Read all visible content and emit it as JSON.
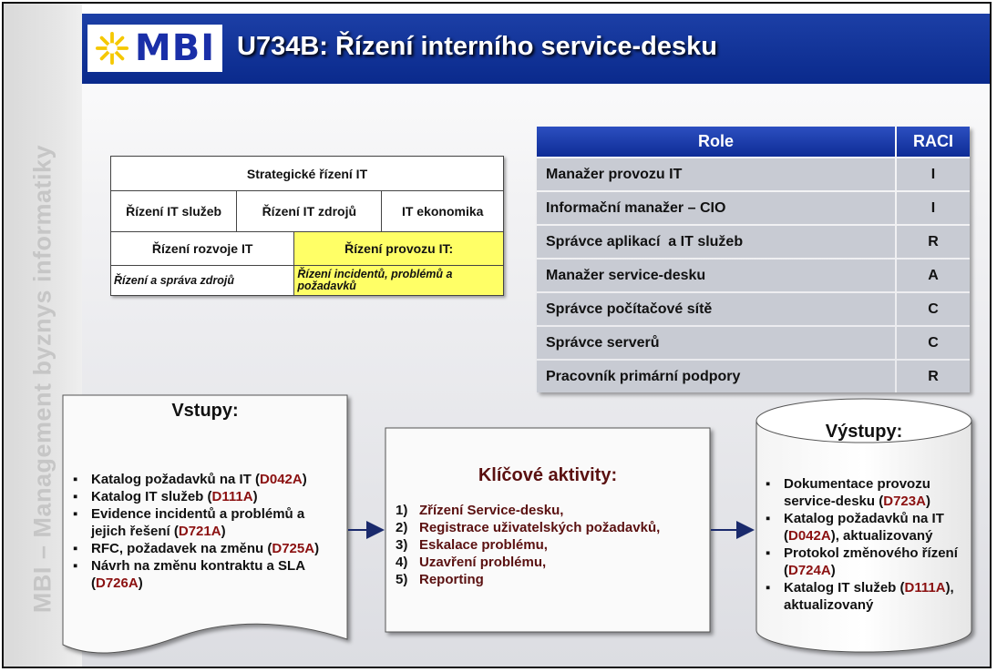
{
  "sidebar": {
    "vertical_text": "MBI – Management byznys informatiky"
  },
  "header": {
    "logo": "MBI",
    "title": "U734B: Řízení interního service-desku"
  },
  "framework": {
    "top": "Strategické řízení IT",
    "row2": [
      "Řízení IT služeb",
      "Řízení IT zdrojů",
      "IT ekonomika"
    ],
    "row3": [
      "Řízení rozvoje IT",
      "Řízení provozu IT:"
    ],
    "row4": [
      "Řízení a správa zdrojů",
      "Řízení incidentů, problémů a požadavků"
    ],
    "highlight_color": "#ffff66"
  },
  "raci_table": {
    "headers": [
      "Role",
      "RACI"
    ],
    "rows": [
      {
        "role": "Manažer provozu IT",
        "raci": "I"
      },
      {
        "role": "Informační manažer – CIO",
        "raci": "I"
      },
      {
        "role": "Správce aplikací  a IT služeb",
        "raci": "R"
      },
      {
        "role": "Manažer service-desku",
        "raci": "A"
      },
      {
        "role": "Správce počítačové sítě",
        "raci": "C"
      },
      {
        "role": "Správce serverů",
        "raci": "C"
      },
      {
        "role": "Pracovník primární podpory",
        "raci": "R"
      }
    ]
  },
  "inputs": {
    "title": "Vstupy:",
    "items": [
      {
        "text": "Katalog požadavků na IT (",
        "code": "D042A",
        "end": ")"
      },
      {
        "text": "Katalog IT služeb (",
        "code": "D111A",
        "end": ")"
      },
      {
        "text": "Evidence incidentů a problémů a jejich řešení (",
        "code": "D721A",
        "end": ")"
      },
      {
        "text": "RFC, požadavek na změnu (",
        "code": "D725A",
        "end": ")"
      },
      {
        "text": "Návrh na změnu kontraktu a SLA (",
        "code": "D726A",
        "end": ")"
      }
    ]
  },
  "activities": {
    "title": "Klíčové aktivity:",
    "items": [
      {
        "num": "1)",
        "text": "Zřízení Service-desku,"
      },
      {
        "num": "2)",
        "text": "Registrace uživatelských požadavků,"
      },
      {
        "num": "3)",
        "text": "Eskalace problému,"
      },
      {
        "num": "4)",
        "text": "Uzavření problému,"
      },
      {
        "num": "5)",
        "text": "Reporting"
      }
    ]
  },
  "outputs": {
    "title": "Výstupy:",
    "items": [
      {
        "text": "Dokumentace provozu service-desku (",
        "code": "D723A",
        "end": ")"
      },
      {
        "text": "Katalog požadavků na IT (",
        "code": "D042A",
        "end": "), aktualizovaný"
      },
      {
        "text": "Protokol změnového řízení (",
        "code": "D724A",
        "end": ")"
      },
      {
        "text": "Katalog IT služeb (",
        "code": "D111A",
        "end": "), aktualizovaný"
      }
    ]
  },
  "colors": {
    "header_blue": "#0a2a8c",
    "code_red": "#8b1010",
    "arrow_navy": "#1a2a6c"
  }
}
